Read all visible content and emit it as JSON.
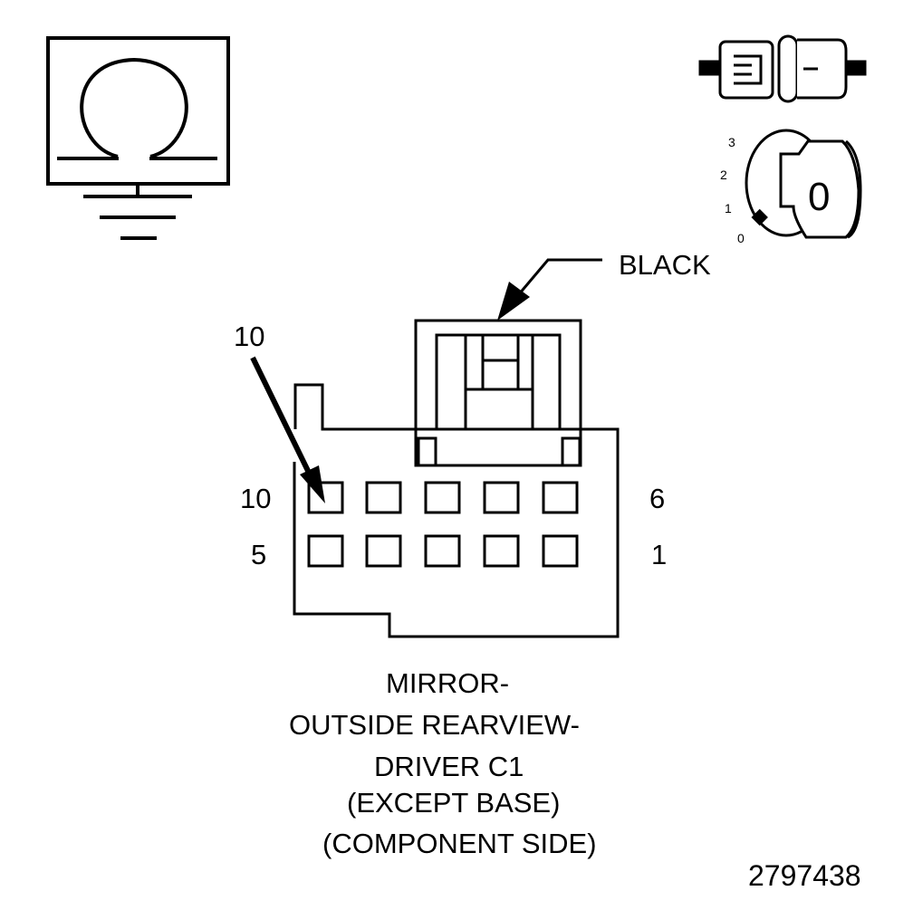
{
  "ignition_key": {
    "positions": [
      "3",
      "2",
      "1",
      "0"
    ],
    "key_label": "0"
  },
  "connector": {
    "color_label": "BLACK",
    "pin_callout": "10",
    "row_labels": {
      "top_left": "10",
      "top_right": "6",
      "bottom_left": "5",
      "bottom_right": "1"
    },
    "pin_count": 10
  },
  "caption": {
    "line1": "MIRROR-",
    "line2": "OUTSIDE REARVIEW-",
    "line3": "DRIVER C1",
    "line4": "(EXCEPT BASE)",
    "line5": "(COMPONENT SIDE)"
  },
  "figure_number": "2797438",
  "icons": [
    "ohmmeter-ground-icon",
    "connector-disconnected-icon",
    "ignition-off-icon"
  ]
}
